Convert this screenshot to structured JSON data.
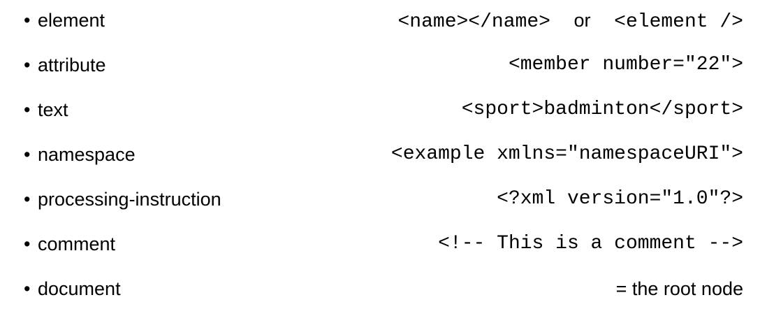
{
  "bullet_glyph": "•",
  "rows": [
    {
      "term": "element",
      "example_a": "<name></name>",
      "joiner": "or",
      "example_b": "<element />"
    },
    {
      "term": "attribute",
      "example": "<member number=\"22\">"
    },
    {
      "term": "text",
      "example": "<sport>badminton</sport>"
    },
    {
      "term": "namespace",
      "example": "<example xmlns=\"namespaceURI\">"
    },
    {
      "term": "processing-instruction",
      "example": "<?xml version=\"1.0\"?>"
    },
    {
      "term": "comment",
      "example": "<!-- This is a comment -->"
    },
    {
      "term": "document",
      "example": "= the root node"
    }
  ]
}
